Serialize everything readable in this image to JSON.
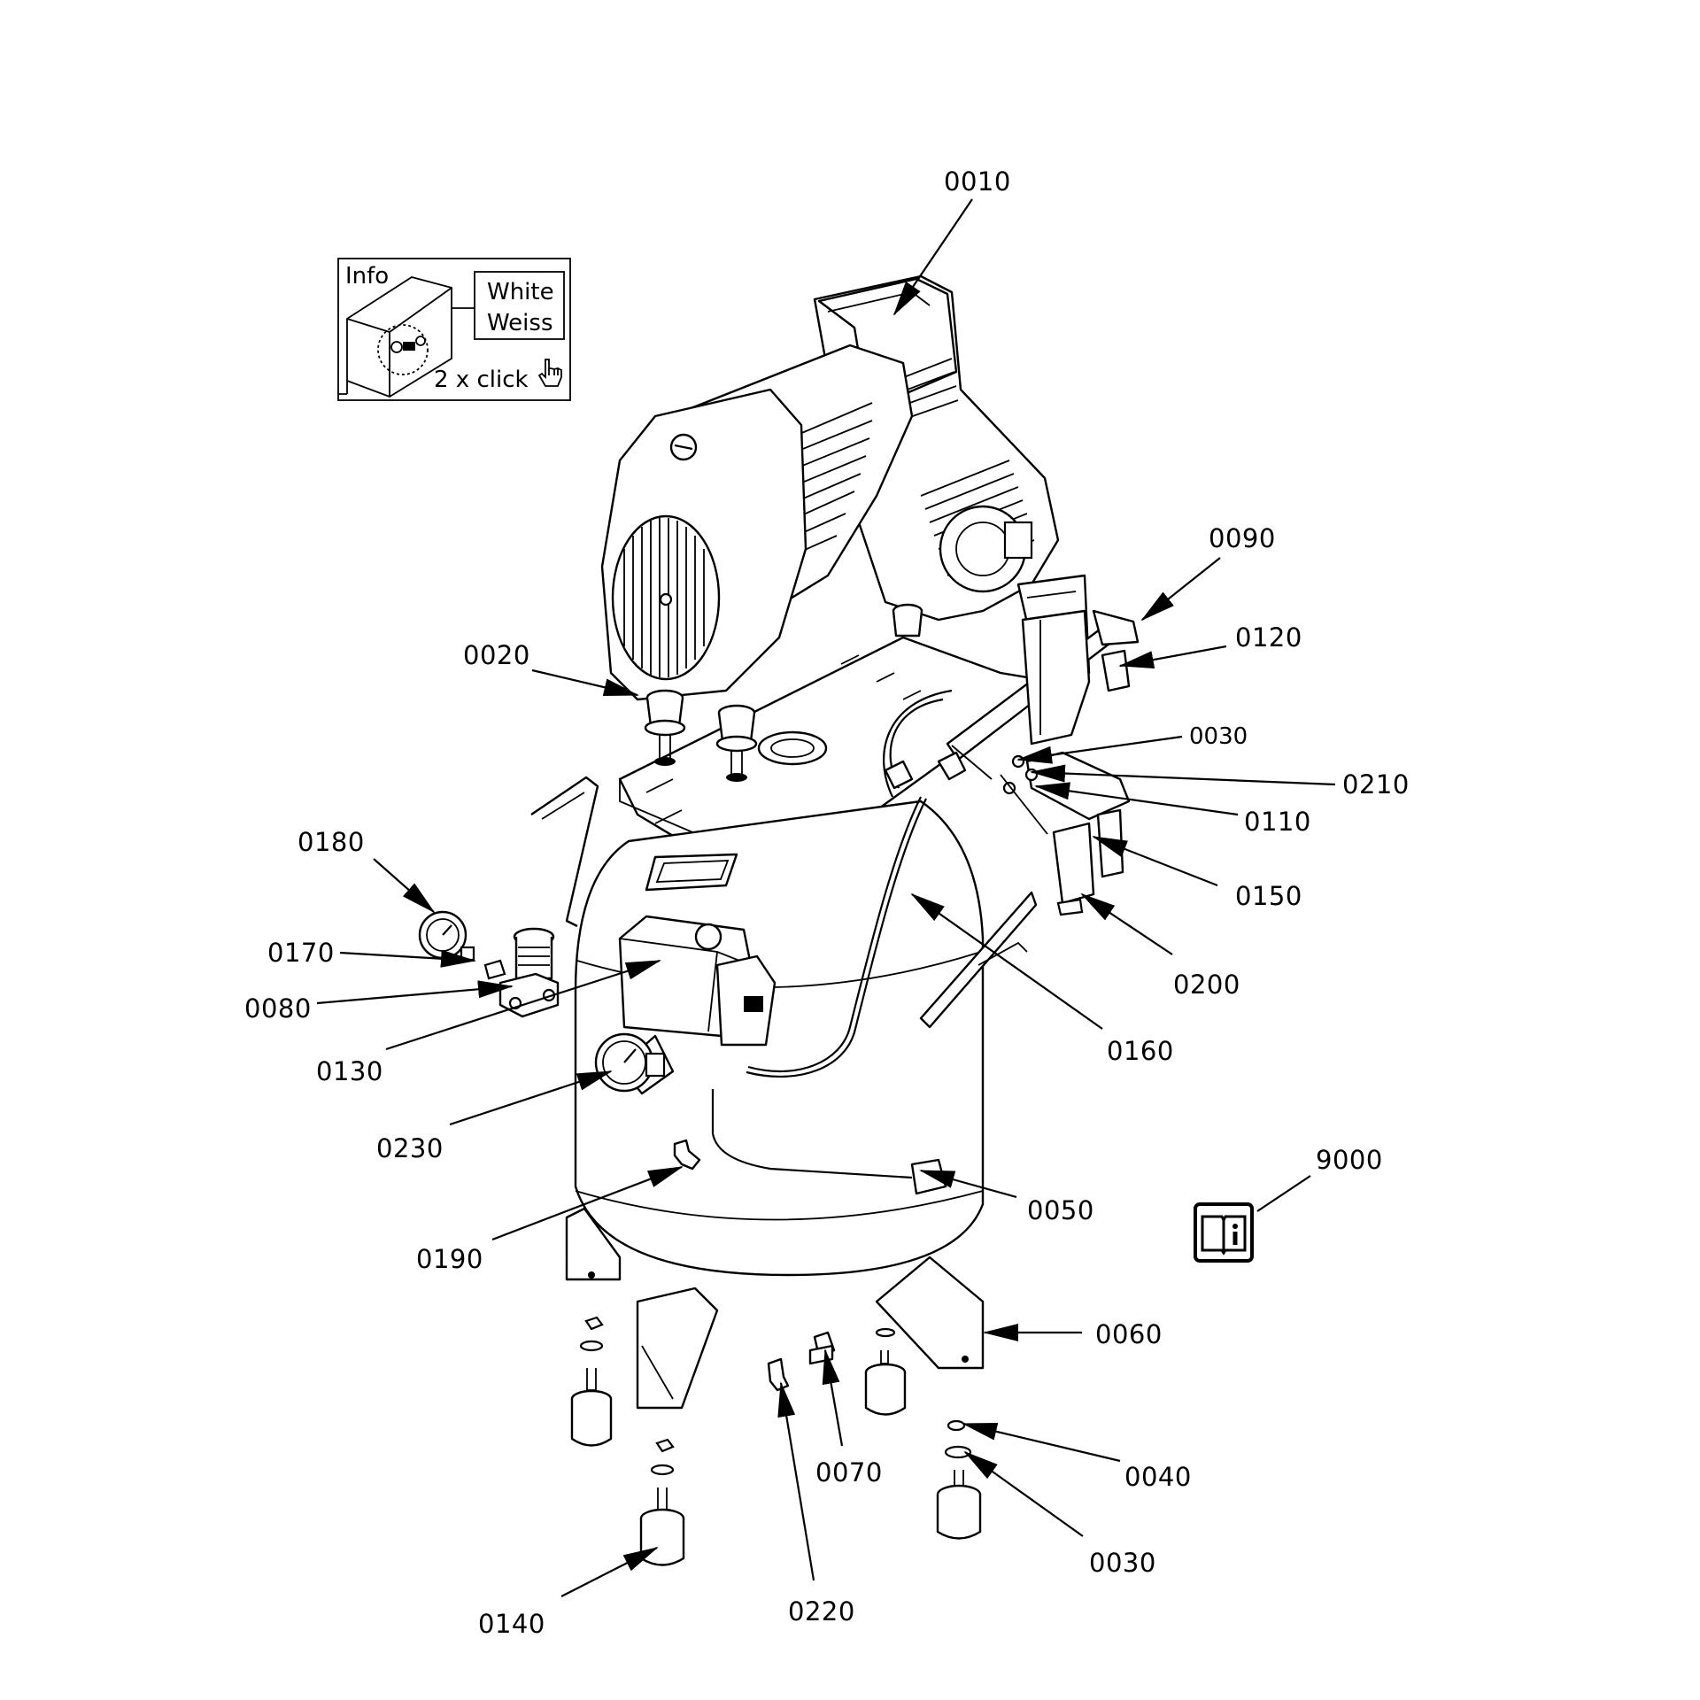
{
  "info_box": {
    "title": "Info",
    "color_en": "White",
    "color_de": "Weiss",
    "hint": "2 x click",
    "hand_icon": "pointer-hand-icon"
  },
  "callouts": [
    {
      "id": "0010",
      "label": "0010"
    },
    {
      "id": "0020",
      "label": "0020"
    },
    {
      "id": "0090",
      "label": "0090"
    },
    {
      "id": "0120",
      "label": "0120"
    },
    {
      "id": "0030a",
      "label": "0030"
    },
    {
      "id": "0210",
      "label": "0210"
    },
    {
      "id": "0110",
      "label": "0110"
    },
    {
      "id": "0150",
      "label": "0150"
    },
    {
      "id": "0200",
      "label": "0200"
    },
    {
      "id": "0160",
      "label": "0160"
    },
    {
      "id": "0180",
      "label": "0180"
    },
    {
      "id": "0170",
      "label": "0170"
    },
    {
      "id": "0080",
      "label": "0080"
    },
    {
      "id": "0130",
      "label": "0130"
    },
    {
      "id": "0230",
      "label": "0230"
    },
    {
      "id": "0190",
      "label": "0190"
    },
    {
      "id": "0050",
      "label": "0050"
    },
    {
      "id": "9000",
      "label": "9000"
    },
    {
      "id": "0060",
      "label": "0060"
    },
    {
      "id": "0070",
      "label": "0070"
    },
    {
      "id": "0040",
      "label": "0040"
    },
    {
      "id": "0030b",
      "label": "0030"
    },
    {
      "id": "0140",
      "label": "0140"
    },
    {
      "id": "0220",
      "label": "0220"
    }
  ],
  "manual_icon": "manual-info-book-icon"
}
